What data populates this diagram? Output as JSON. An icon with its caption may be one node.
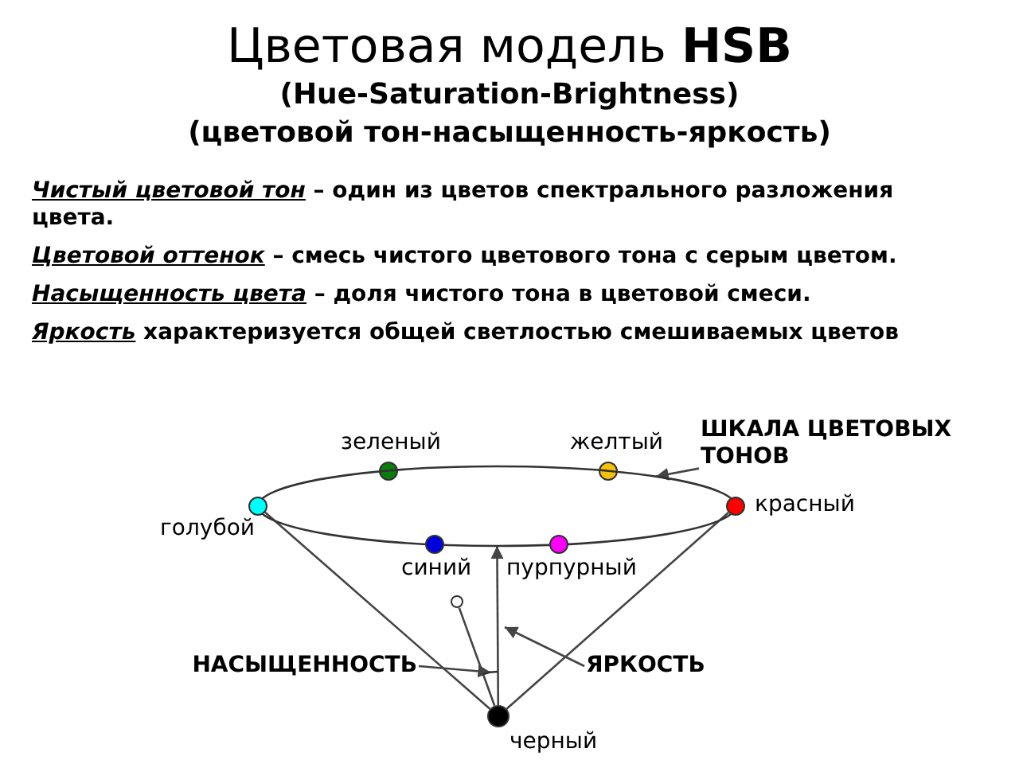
{
  "diagram": {
    "title": "Цветовая модель **HSB**",
    "nodes": [
      {
        "text": [],
        "shape": "circle",
        "beside": [
          "зеленый"
        ]
      },
      {
        "text": [],
        "shape": "circle",
        "beside": [
          "желтый"
        ]
      },
      {
        "text": [
          "ШКАЛА ЦВЕТОВЫХ ТОНОВ"
        ]
      },
      {
        "text": [],
        "shape": "ellipse"
      },
      {
        "text": [],
        "shape": "circle",
        "beside": [
          "голубой"
        ]
      },
      {
        "text": [],
        "shape": "circle",
        "beside": [
          "красный"
        ]
      },
      {
        "text": [],
        "shape": "circle",
        "beside": [
          "синий"
        ]
      },
      {
        "text": [],
        "shape": "circle",
        "beside": [
          "пурпурный"
        ]
      },
      {
        "text": [],
        "shape": "circle"
      },
      {
        "text": [
          "НАСЫЩЕННОСТЬ"
        ]
      },
      {
        "text": [],
        "shape": "arc"
      },
      {
        "text": [
          "ЯРКОСТЬ"
        ]
      },
      {
        "text": [],
        "shape": "circle",
        "beside": [
          "черный"
        ]
      }
    ],
    "edges": [
      {
        "from": 2,
        "to": 3,
        "arrow": "to"
      },
      {
        "from": 4,
        "to": 12,
        "arrow": "none"
      },
      {
        "from": 5,
        "to": 12,
        "arrow": "none"
      },
      {
        "from": 12,
        "to": 8,
        "arrow": "none"
      },
      {
        "from": 9,
        "to": 10,
        "arrow": "to"
      },
      {
        "from": 11,
        "to": null,
        "arrow": "to"
      },
      {
        "from": 12,
        "to": 3,
        "arrow": "to"
      }
    ],
    "labels": [
      "(Hue-Saturation-Brightness)",
      "(цветовой тон-насыщенность-яркость)",
      "*Чистый цветовой тон* – один из цветов спектрального разложения цвета.",
      "*Цветовой оттенок* – смесь чистого цветового тона с серым цветом.",
      "*Насыщенность цвета* – доля чистого тона в цветовой смеси.",
      "*Яркость* характеризуется общей светлостью смешиваемых цветов"
    ]
  }
}
